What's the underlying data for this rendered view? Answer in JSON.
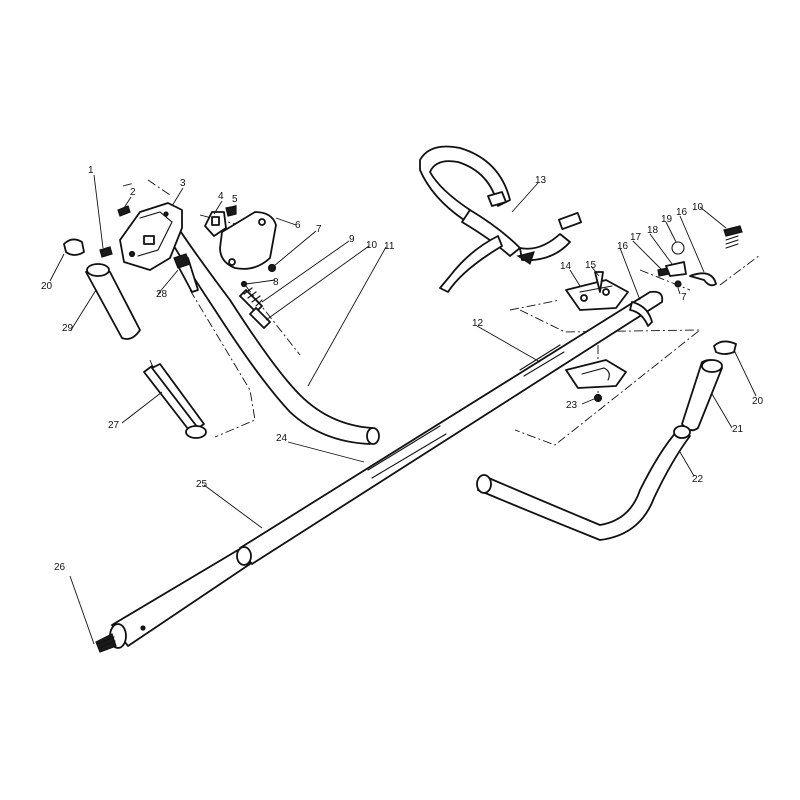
{
  "callouts": [
    {
      "id": "c1",
      "text": "1"
    },
    {
      "id": "c2",
      "text": "2"
    },
    {
      "id": "c3",
      "text": "3"
    },
    {
      "id": "c4",
      "text": "4"
    },
    {
      "id": "c5",
      "text": "5"
    },
    {
      "id": "c6",
      "text": "6"
    },
    {
      "id": "c7",
      "text": "7"
    },
    {
      "id": "c8",
      "text": "8"
    },
    {
      "id": "c9",
      "text": "9"
    },
    {
      "id": "c10",
      "text": "10"
    },
    {
      "id": "c11",
      "text": "11"
    },
    {
      "id": "c12",
      "text": "12"
    },
    {
      "id": "c13",
      "text": "13"
    },
    {
      "id": "c14",
      "text": "14"
    },
    {
      "id": "c15",
      "text": "15"
    },
    {
      "id": "c16",
      "text": "16"
    },
    {
      "id": "c16b",
      "text": "16"
    },
    {
      "id": "c17",
      "text": "17"
    },
    {
      "id": "c18",
      "text": "18"
    },
    {
      "id": "c19",
      "text": "19"
    },
    {
      "id": "c10b",
      "text": "10"
    },
    {
      "id": "c7b",
      "text": "7"
    },
    {
      "id": "c20",
      "text": "20"
    },
    {
      "id": "c20b",
      "text": "20"
    },
    {
      "id": "c21",
      "text": "21"
    },
    {
      "id": "c22",
      "text": "22"
    },
    {
      "id": "c23",
      "text": "23"
    },
    {
      "id": "c24",
      "text": "24"
    },
    {
      "id": "c25",
      "text": "25"
    },
    {
      "id": "c26",
      "text": "26"
    },
    {
      "id": "c27",
      "text": "27"
    },
    {
      "id": "c28",
      "text": "28"
    },
    {
      "id": "c29",
      "text": "29"
    }
  ]
}
